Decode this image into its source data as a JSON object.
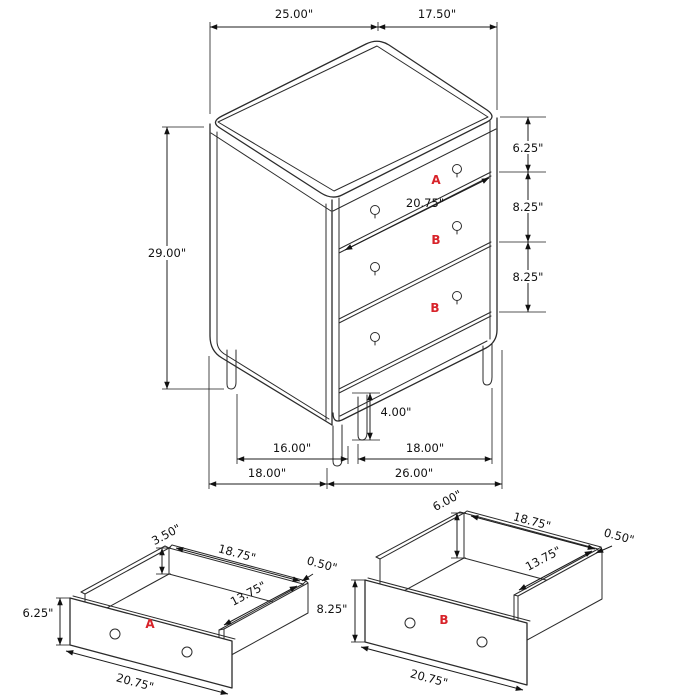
{
  "colors": {
    "line": "#2b2b2b",
    "dimension": "#1c1c1c",
    "accent_label": "#d8232a",
    "background": "#ffffff"
  },
  "main_view": {
    "dims": {
      "top_width": "25.00\"",
      "top_depth": "17.50\"",
      "height": "29.00\"",
      "drawer_a_height": "6.25\"",
      "drawer_b_mid_height": "8.25\"",
      "drawer_b_bottom_height": "8.25\"",
      "drawer_face_width": "20.75\"",
      "leg_height": "4.00\"",
      "leg_span_side": "16.00\"",
      "leg_span_front": "18.00\"",
      "footprint_depth": "18.00\"",
      "footprint_width": "26.00\""
    },
    "labels": {
      "drawer_a": "A",
      "drawer_b_mid": "B",
      "drawer_b_bottom": "B"
    }
  },
  "drawer_a_view": {
    "label": "A",
    "dims": {
      "box_inner_height": "3.50\"",
      "inner_width": "18.75\"",
      "front_height": "6.25\"",
      "wall_thickness": "0.50\"",
      "inner_depth": "13.75\"",
      "outer_width": "20.75\""
    }
  },
  "drawer_b_view": {
    "label": "B",
    "dims": {
      "box_inner_height": "6.00\"",
      "inner_width": "18.75\"",
      "front_height": "8.25\"",
      "wall_thickness": "0.50\"",
      "inner_depth": "13.75\"",
      "outer_width": "20.75\""
    }
  }
}
